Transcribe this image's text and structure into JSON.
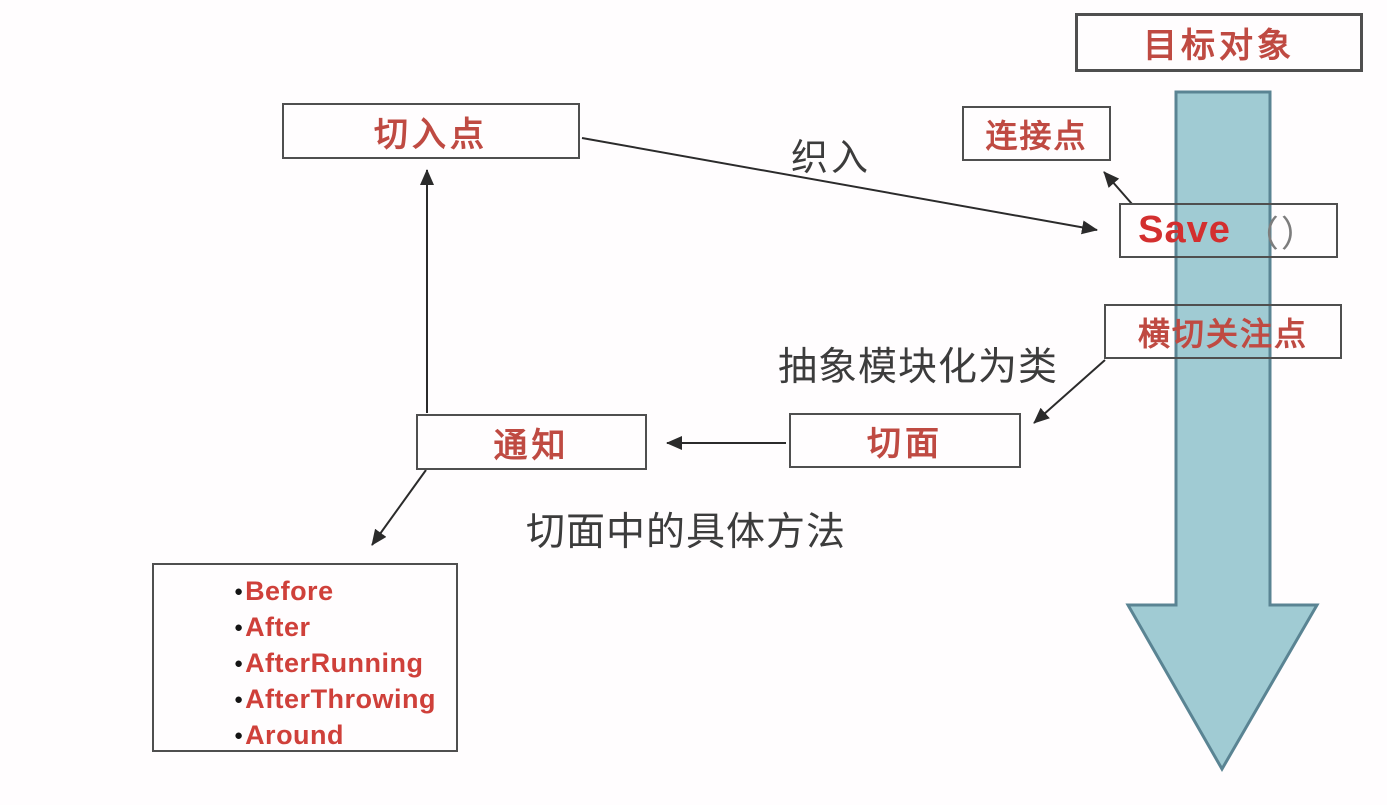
{
  "diagram": {
    "nodes": {
      "target_object": {
        "label": "目标对象"
      },
      "pointcut": {
        "label": "切入点"
      },
      "join_point": {
        "label": "连接点"
      },
      "save_method": {
        "label": "Save",
        "args": "（）"
      },
      "crosscutting_concern": {
        "label": "横切关注点"
      },
      "aspect": {
        "label": "切面"
      },
      "advice": {
        "label": "通知"
      }
    },
    "edge_labels": {
      "weaving": "织入",
      "abstract_modularize_as_class": "抽象模块化为类",
      "concrete_methods_in_aspect": "切面中的具体方法"
    },
    "advice_types": {
      "bullet": "●",
      "items": [
        "Before",
        "After",
        "AfterRunning",
        "AfterThrowing",
        "Around"
      ]
    },
    "colors": {
      "node_text_red": "#bf4a42",
      "save_text_red": "#d32f2f",
      "save_args_gray": "#7d7d7d",
      "advice_list_red": "#cf403a",
      "label_black": "#3c3c3c",
      "box_border": "#4f4f4f",
      "connector_black": "#2b2b2b",
      "flow_arrow_fill": "#98c7cf",
      "flow_arrow_stroke": "#5a8493"
    }
  }
}
